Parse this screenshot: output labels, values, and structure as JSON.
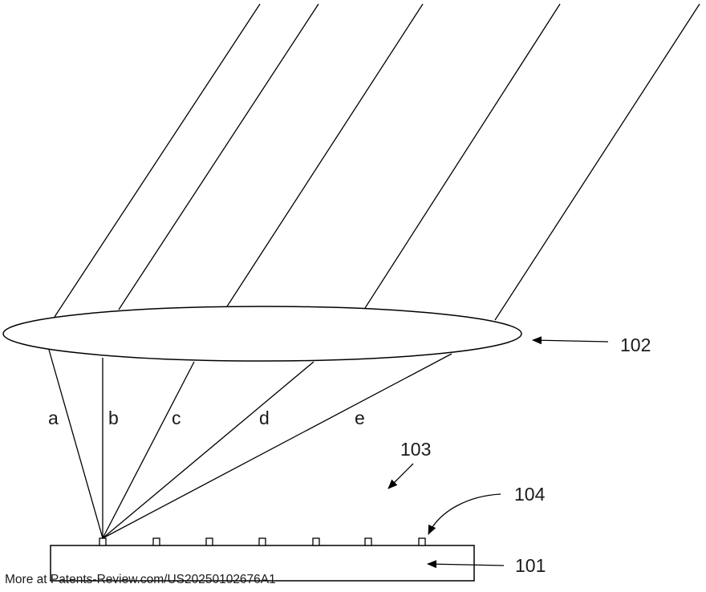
{
  "figure": {
    "ray_labels": [
      "a",
      "b",
      "c",
      "d",
      "e"
    ],
    "reference_numerals": {
      "lens": "102",
      "region": "103",
      "pixel_elements": "104",
      "substrate": "101"
    },
    "footer_text": "More at Patents-Review.com/US20250102676A1"
  },
  "colors": {
    "line": "#000000",
    "text": "#1a1a1a",
    "background": "#ffffff"
  }
}
